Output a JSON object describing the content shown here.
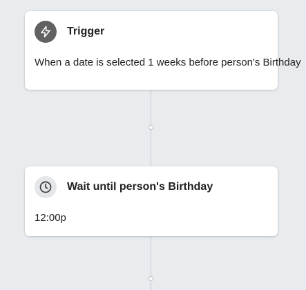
{
  "workflow": {
    "steps": [
      {
        "title": "Trigger",
        "description": "When a date is selected 1 weeks before person's Birthday",
        "icon": "lightning-bolt-icon",
        "icon_bg": "#616161"
      },
      {
        "title": "Wait until person's Birthday",
        "description": "12:00p",
        "icon": "clock-icon",
        "icon_bg": "#e4e6ea"
      }
    ]
  },
  "colors": {
    "canvas": "#e9ecef",
    "card": "#ffffff",
    "connector": "#c4c8cc"
  }
}
